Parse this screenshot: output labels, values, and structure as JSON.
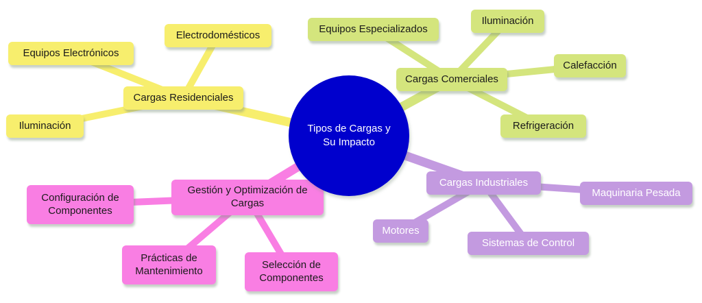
{
  "mindmap": {
    "root": {
      "label": "Tipos de Cargas y Su Impacto"
    },
    "branches": [
      {
        "label": "Cargas Residenciales",
        "children": [
          {
            "label": "Electrodomésticos"
          },
          {
            "label": "Equipos Electrónicos"
          },
          {
            "label": "Iluminación"
          }
        ]
      },
      {
        "label": "Cargas Comerciales",
        "children": [
          {
            "label": "Equipos Especializados"
          },
          {
            "label": "Iluminación"
          },
          {
            "label": "Calefacción"
          },
          {
            "label": "Refrigeración"
          }
        ]
      },
      {
        "label": "Cargas Industriales",
        "children": [
          {
            "label": "Maquinaria Pesada"
          },
          {
            "label": "Motores"
          },
          {
            "label": "Sistemas de Control"
          }
        ]
      },
      {
        "label": "Gestión y Optimización de Cargas",
        "children": [
          {
            "label": "Configuración de Componentes"
          },
          {
            "label": "Prácticas de Mantenimiento"
          },
          {
            "label": "Selección de Componentes"
          }
        ]
      }
    ]
  },
  "palette": {
    "root_fill": "#0000cd",
    "root_text": "#ffffff",
    "residencial": "#f7ee6d",
    "comercial": "#d4e57d",
    "industrial": "#c39ae0",
    "gestion": "#f97ee3",
    "node_text": "#1a1a1a",
    "industrial_text": "#ffffff"
  }
}
